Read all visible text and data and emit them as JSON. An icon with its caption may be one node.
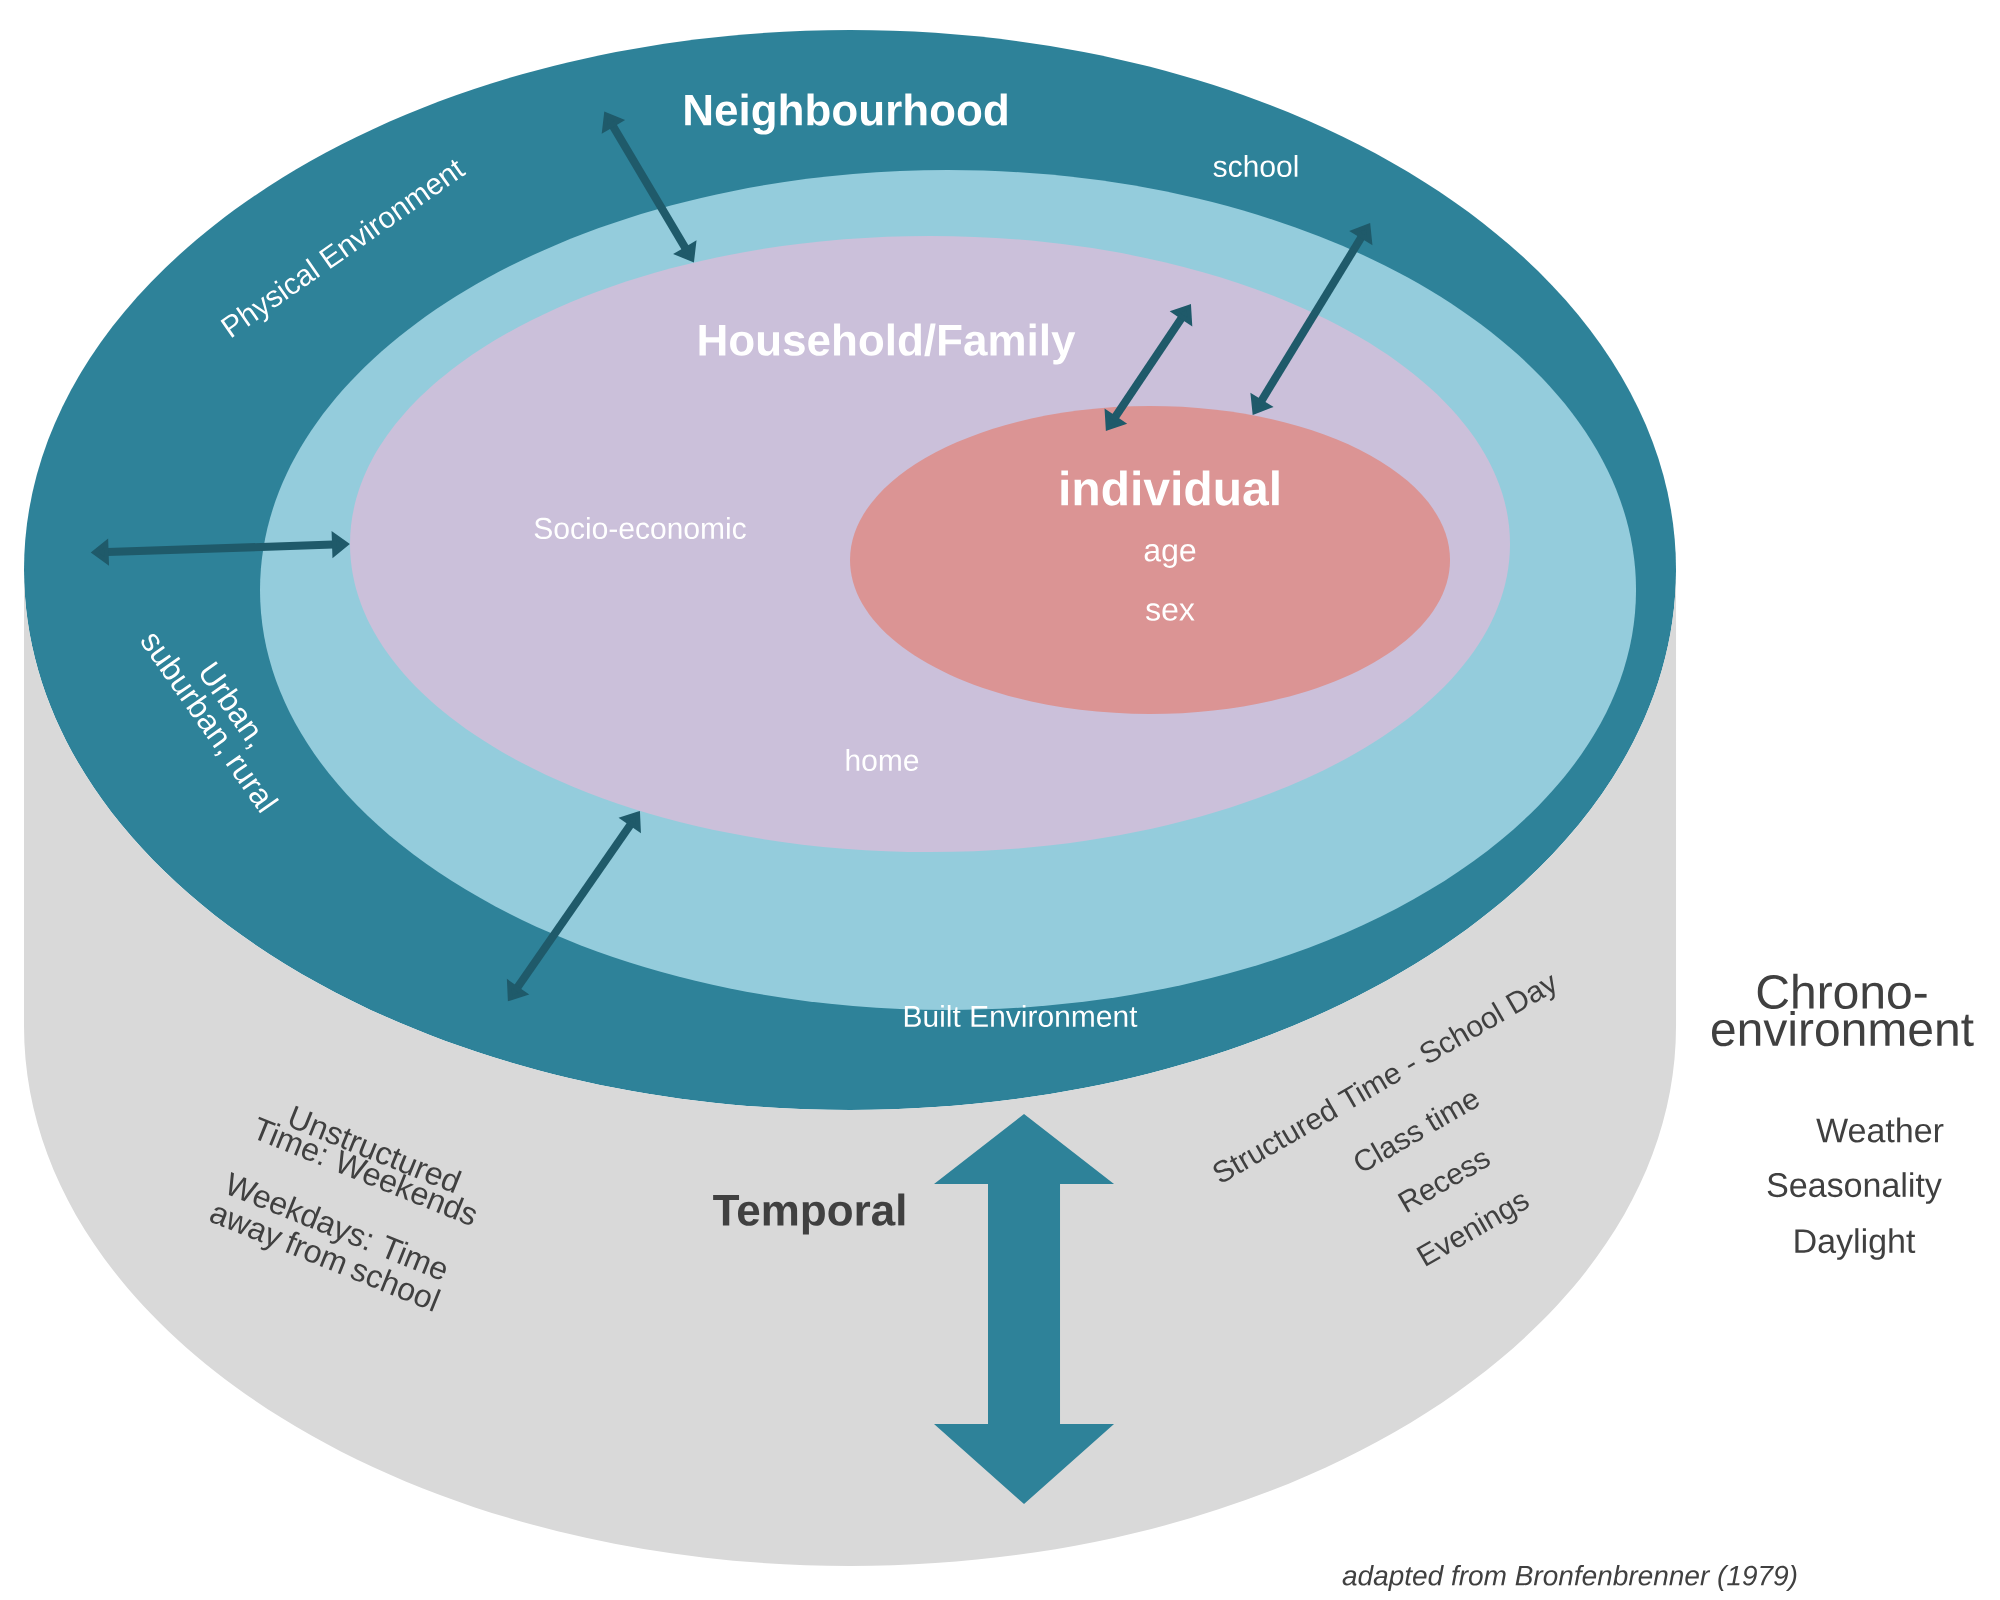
{
  "diagram": {
    "caption": "adapted from Bronfenbrenner (1979)",
    "nodes": [
      {
        "text": [
          "Temporal",
          "Unstructured Time: Weekends",
          "Weekdays: Time away from school",
          "Structured Time - School Day",
          "Class time",
          "Recess",
          "Evenings"
        ]
      },
      {
        "text": [
          "Neighbourhood",
          "school",
          "Physical Environment",
          "Urban, suburban, rural",
          "Built Environment"
        ]
      },
      {
        "text": [
          "Household/Family",
          "Socio-economic",
          "home"
        ],
        "in": 1
      },
      {
        "text": [
          "individual",
          "age",
          "sex"
        ],
        "in": 2
      }
    ],
    "edges": [
      {
        "from": 1,
        "to": 2,
        "arrow": "both"
      },
      {
        "from": 1,
        "to": 2,
        "arrow": "both"
      },
      {
        "from": 1,
        "to": 2,
        "arrow": "both"
      },
      {
        "from": 2,
        "to": 3,
        "arrow": "both"
      },
      {
        "from": 1,
        "to": 3,
        "arrow": "both"
      }
    ],
    "labels": [
      "Chrono-environment",
      "Weather",
      "Seasonality",
      "Daylight"
    ]
  }
}
